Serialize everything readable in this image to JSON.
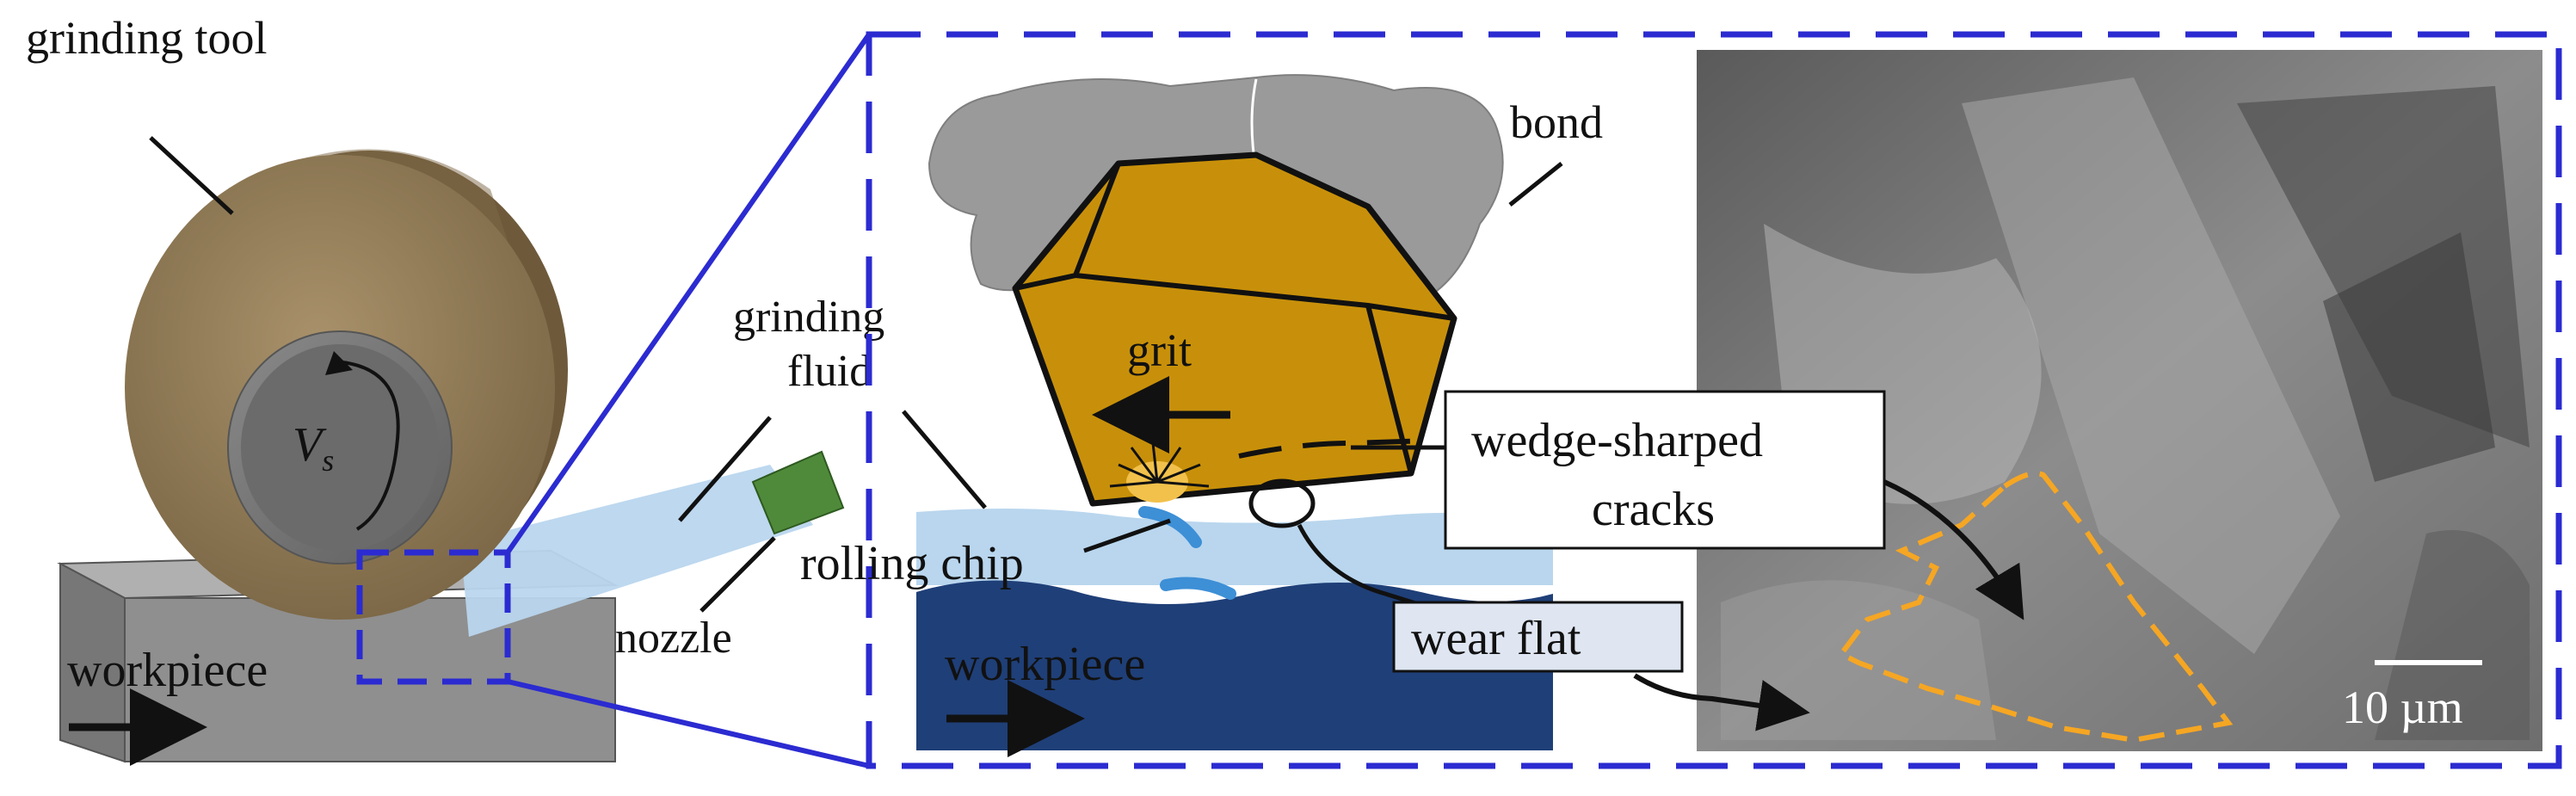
{
  "labels": {
    "grinding_tool": "grinding tool",
    "velocity_symbol": "V",
    "velocity_subscript": "s",
    "grinding_fluid_line1": "grinding",
    "grinding_fluid_line2": "fluid",
    "nozzle": "nozzle",
    "workpiece_left": "workpiece",
    "bond": "bond",
    "grit": "grit",
    "rolling_chip": "rolling chip",
    "workpiece_center": "workpiece",
    "wedge_cracks_line1": "wedge-sharped",
    "wedge_cracks_line2": "cracks",
    "wear_flat": "wear flat",
    "scale_bar": "10 µm"
  },
  "colors": {
    "wheel_face": "#8e7a55",
    "wheel_side": "#a88f60",
    "wheel_hub": "#767676",
    "workpiece_block": "#8f8f8f",
    "grit_fill": "#c8900a",
    "bond_fill": "#9a9a9a",
    "fluid": "#b9d6ee",
    "workpiece_center": "#1f3f78",
    "zoom_frame": "#2b2bd1",
    "crack_outline": "#f5a623",
    "nozzle": "#4f8a3a"
  }
}
